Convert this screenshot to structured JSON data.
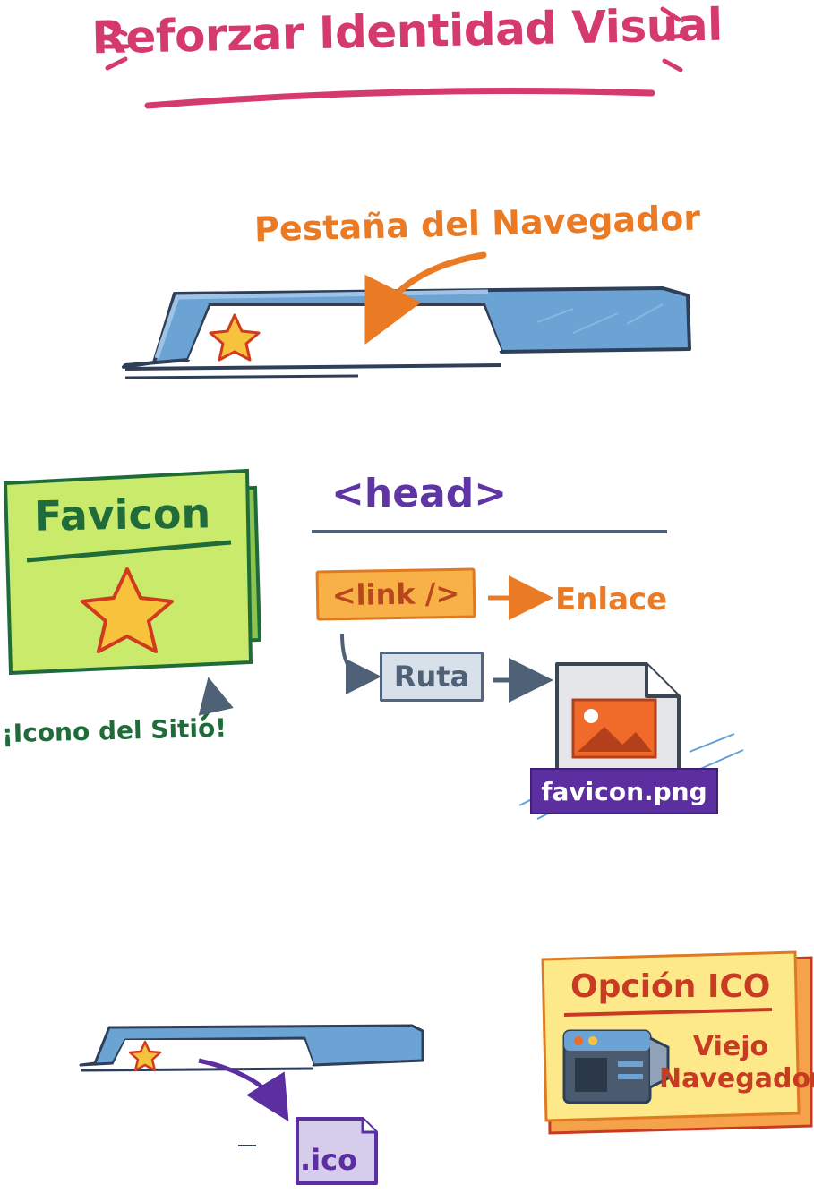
{
  "title": "Reforzar Identidad Visual",
  "browser_tab": {
    "label": "Pestaña del Navegador"
  },
  "favicon_card": {
    "title": "Favicon",
    "caption": "¡Icono del Sitio!"
  },
  "head_section": {
    "tag": "<head>",
    "link_tag": "<link />",
    "link_meaning": "Enlace",
    "path_label": "Ruta",
    "file_name": "favicon.png"
  },
  "ico_file": {
    "label": ".ico"
  },
  "ico_option": {
    "title": "Opción ICO",
    "subtitle": "Viejo Navegador"
  },
  "colors": {
    "title": "#d53a6e",
    "orange": "#ea7a24",
    "green": "#1f6c3a",
    "purple": "#5c2fa0",
    "tab_blue": "#6aa3d4",
    "card_green": "#c9ea6a",
    "card_yellow": "#fde98a",
    "star": "#f7c23c"
  },
  "icons": [
    "star-icon",
    "image-file-icon",
    "old-browser-icon",
    "arrow-icon"
  ]
}
